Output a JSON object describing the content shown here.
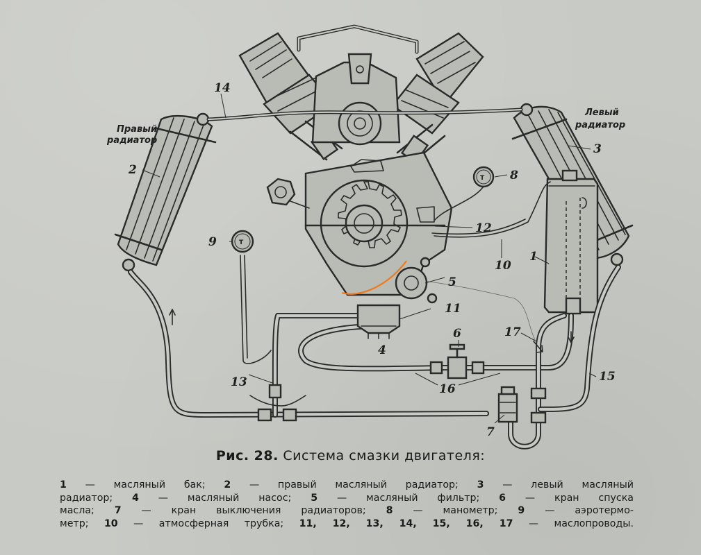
{
  "figure": {
    "number_prefix": "Рис. 28.",
    "title": "Система смазки двигателя:"
  },
  "labels": {
    "right_radiator_line1": "Правый",
    "right_radiator_line2": "радиатор",
    "left_radiator_line1": "Левый",
    "left_radiator_line2": "радиатор",
    "gauge_letter": "T"
  },
  "callouts": [
    "1",
    "2",
    "3",
    "4",
    "5",
    "6",
    "7",
    "8",
    "9",
    "10",
    "11",
    "12",
    "13",
    "14",
    "15",
    "16",
    "17"
  ],
  "legend_lines": [
    [
      {
        "n": "1",
        "t": " — масляный бак; "
      },
      {
        "n": "2",
        "t": " — правый масляный радиатор; "
      },
      {
        "n": "3",
        "t": " — левый масляный"
      }
    ],
    [
      {
        "n": "",
        "t": "радиатор; "
      },
      {
        "n": "4",
        "t": " — масляный насос; "
      },
      {
        "n": "5",
        "t": " — масляный фильтр; "
      },
      {
        "n": "6",
        "t": " — кран спуска"
      }
    ],
    [
      {
        "n": "",
        "t": "масла; "
      },
      {
        "n": "7",
        "t": " — кран выключения радиаторов; "
      },
      {
        "n": "8",
        "t": " — манометр; "
      },
      {
        "n": "9",
        "t": " — аэротермо-"
      }
    ],
    [
      {
        "n": "",
        "t": "метр; "
      },
      {
        "n": "10",
        "t": " — атмосферная трубка; "
      },
      {
        "n": "11, 12, 13, 14, 15, 16, 17",
        "t": " — маслопроводы."
      }
    ]
  ],
  "colors": {
    "paper": "#c8cac5",
    "ink": "#2a2a2a",
    "highlight_stroke": "#f07a1a"
  }
}
